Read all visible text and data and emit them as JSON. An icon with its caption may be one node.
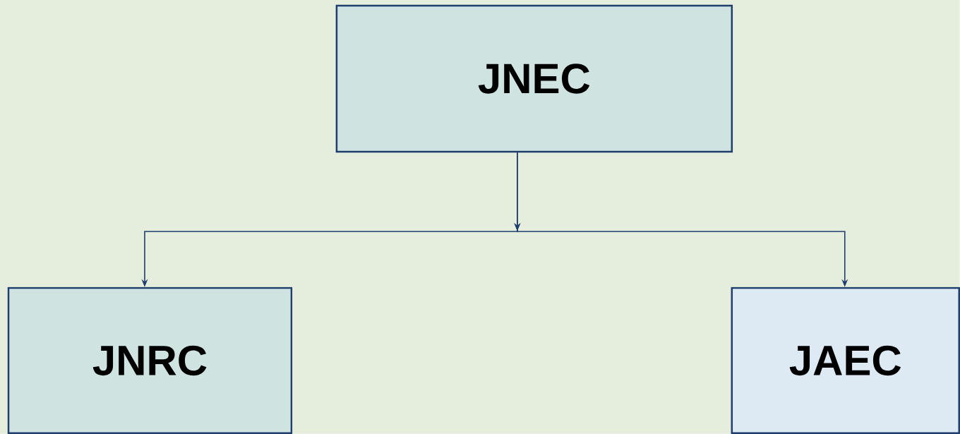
{
  "diagram": {
    "nodes": [
      {
        "text": [
          "JNEC"
        ]
      },
      {
        "text": [
          "JNRC"
        ]
      },
      {
        "text": [
          "JAEC"
        ]
      }
    ],
    "edges": [
      {
        "from": 0,
        "to": 1,
        "arrow": "to"
      },
      {
        "from": 0,
        "to": 2,
        "arrow": "to"
      }
    ]
  }
}
